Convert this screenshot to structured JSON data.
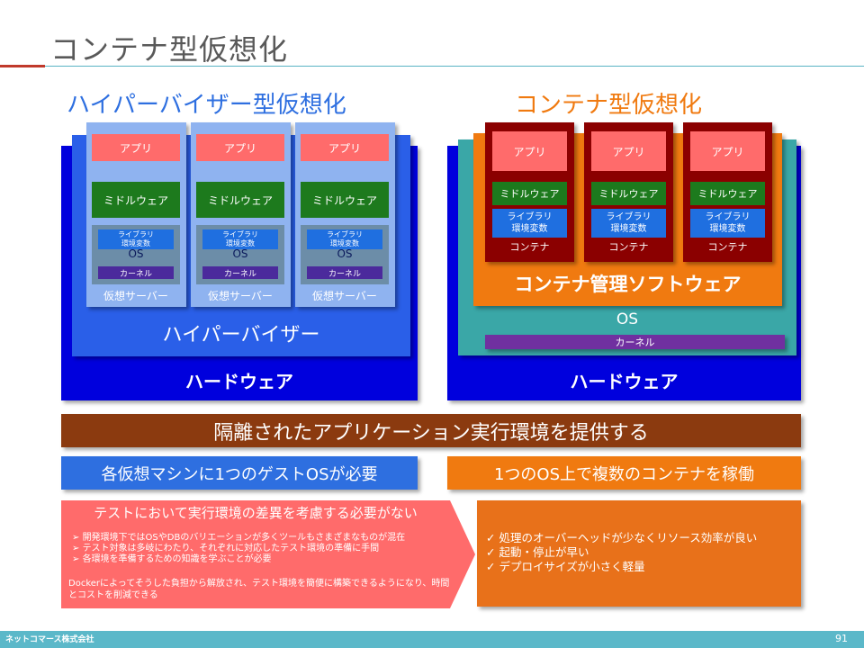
{
  "slide": {
    "title": "コンテナ型仮想化"
  },
  "hypervisor": {
    "title": "ハイパーバイザー型仮想化",
    "vms": [
      {
        "app": "アプリ",
        "middleware": "ミドルウェア",
        "lib": "ライブラリ\n環境変数",
        "os": "OS",
        "kernel": "カーネル",
        "server": "仮想サーバー"
      },
      {
        "app": "アプリ",
        "middleware": "ミドルウェア",
        "lib": "ライブラリ\n環境変数",
        "os": "OS",
        "kernel": "カーネル",
        "server": "仮想サーバー"
      },
      {
        "app": "アプリ",
        "middleware": "ミドルウェア",
        "lib": "ライブラリ\n環境変数",
        "os": "OS",
        "kernel": "カーネル",
        "server": "仮想サーバー"
      }
    ],
    "hypervisor_label": "ハイパーバイザー",
    "hardware_label": "ハードウェア"
  },
  "container": {
    "title": "コンテナ型仮想化",
    "containers": [
      {
        "app": "アプリ",
        "middleware": "ミドルウェア",
        "lib": "ライブラリ\n環境変数",
        "label": "コンテナ"
      },
      {
        "app": "アプリ",
        "middleware": "ミドルウェア",
        "lib": "ライブラリ\n環境変数",
        "label": "コンテナ"
      },
      {
        "app": "アプリ",
        "middleware": "ミドルウェア",
        "lib": "ライブラリ\n環境変数",
        "label": "コンテナ"
      }
    ],
    "manager_label": "コンテナ管理ソフトウェア",
    "os_label": "OS",
    "kernel_label": "カーネル",
    "hardware_label": "ハードウェア"
  },
  "bottom": {
    "banner": "隔離されたアプリケーション実行環境を提供する",
    "hv_requirement": "各仮想マシンに1つのゲストOSが必要",
    "ct_requirement": "1つのOS上で複数のコンテナを稼働",
    "pink_heading": "テストにおいて実行環境の差異を考慮する必要がない",
    "pink_items": [
      "開発環境下ではOSやDBのバリエーションが多くツールもさまざまなものが混在",
      "テスト対象は多岐にわたり、それぞれに対応したテスト環境の準備に手間",
      "各環境を準備するための知識を学ぶことが必要"
    ],
    "pink_note": "Dockerによってそうした負担から解放され、テスト環境を簡便に構築できるようになり、時間とコストを削減できる",
    "benefits": [
      "処理のオーバーヘッドが少なくリソース効率が良い",
      "起動・停止が早い",
      "デプロイサイズが小さく軽量"
    ]
  },
  "footer": {
    "company": "ネットコマース株式会社",
    "page": "91"
  },
  "colors": {
    "hypervisor_blue": "#2e6fe0",
    "container_orange": "#f07a10",
    "hardware_blue": "#0000dd",
    "banner_brown": "#8b3a0f",
    "pink": "#ff6b6b",
    "footer_teal": "#5bb8c9"
  }
}
